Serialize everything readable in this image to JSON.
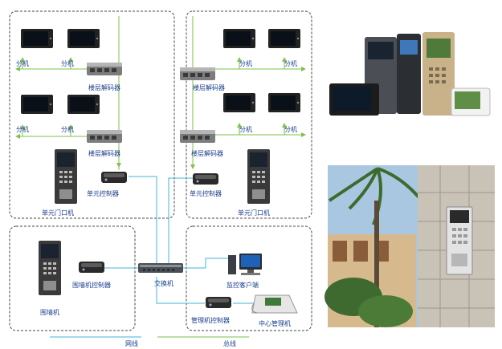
{
  "labels": {
    "indoor_unit": "分机",
    "floor_decoder": "楼层解码器",
    "unit_controller": "单元控制器",
    "unit_door_station": "单元门口机",
    "wall_controller": "围墙机控制器",
    "wall_station": "围墙机",
    "switch": "交换机",
    "monitor_client": "监控客户端",
    "mgmt_controller": "管理机控制器",
    "center_mgmt": "中心管理机"
  },
  "legend": {
    "network": "网线",
    "bus": "总线"
  },
  "colors": {
    "network_line": "#41b6d8",
    "bus_line": "#7ec24a",
    "text": "#1a3f8f",
    "zone_border": "#444444"
  }
}
